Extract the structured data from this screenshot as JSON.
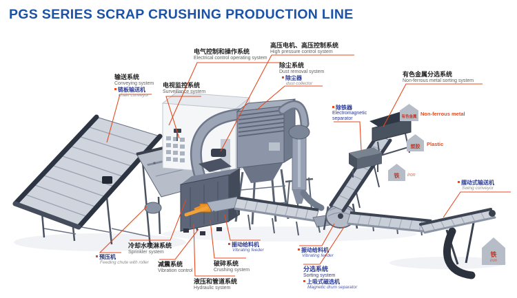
{
  "title": "PGS SERIES SCRAP CRUSHING PRODUCTION LINE",
  "colors": {
    "title_blue": "#1c52a5",
    "leader_red": "#e8491d",
    "label_black": "#1f1f1f",
    "label_gray": "#5f5f5f",
    "sub_item_blue": "#2b3990",
    "output_red": "#e8491d",
    "machine_gray": "#8c96a8"
  },
  "labels": {
    "conveying": {
      "zh": "输送系统",
      "en": "Conveying system",
      "item_zh": "链板输送机",
      "item_en": "chain conveyor"
    },
    "surveillance": {
      "zh": "电视监控系统",
      "en": "Surveillance system"
    },
    "electrical": {
      "zh": "电气控制和操作系统",
      "en": "Electrical control operating system"
    },
    "high_pressure": {
      "zh": "高压电机、高压控制系统",
      "en": "High pressure control system"
    },
    "dust": {
      "zh": "除尘系统",
      "en": "Dust removal system",
      "item_zh": "除尘器",
      "item_en": "dust collector"
    },
    "nonferrous": {
      "zh": "有色金属分选系统",
      "en": "Non-ferrous metal sorting system"
    },
    "electromagnetic": {
      "item_zh": "除铁器",
      "item_en": "Electromagnetic separator"
    },
    "swing": {
      "item_zh": "摆动式输送机",
      "item_en": "Swing conveyor"
    },
    "feeding_chute": {
      "item_zh": "预压机",
      "item_en": "Feeding chute with roller"
    },
    "sprinkler": {
      "zh": "冷却水喷淋系统",
      "en": "Sprinkler system"
    },
    "vibration": {
      "zh": "减震系统",
      "en": "Vibration control"
    },
    "vib_feeder1": {
      "item_zh": "振动给料机",
      "item_en": "Vibrating feeder"
    },
    "vib_feeder2": {
      "item_zh": "振动给料机",
      "item_en": "Vibrating feeder"
    },
    "crushing": {
      "zh": "破碎系统",
      "en": "Crushing system"
    },
    "hydraulic": {
      "zh": "液压和管道系统",
      "en": "Hydraulic system"
    },
    "sorting": {
      "zh": "分选系统",
      "en": "Sorting system",
      "item_zh": "上吸式磁选机",
      "item_en": "Magnetic drum separator"
    }
  },
  "outputs": {
    "nonferrous": {
      "zh": "有色金属",
      "en": "Non-ferrous metal"
    },
    "plastic": {
      "zh": "塑胶",
      "en": "Plastic"
    },
    "iron": {
      "zh": "铁",
      "en": "iron"
    },
    "iron2": {
      "zh": "铁",
      "en": "iron"
    }
  }
}
